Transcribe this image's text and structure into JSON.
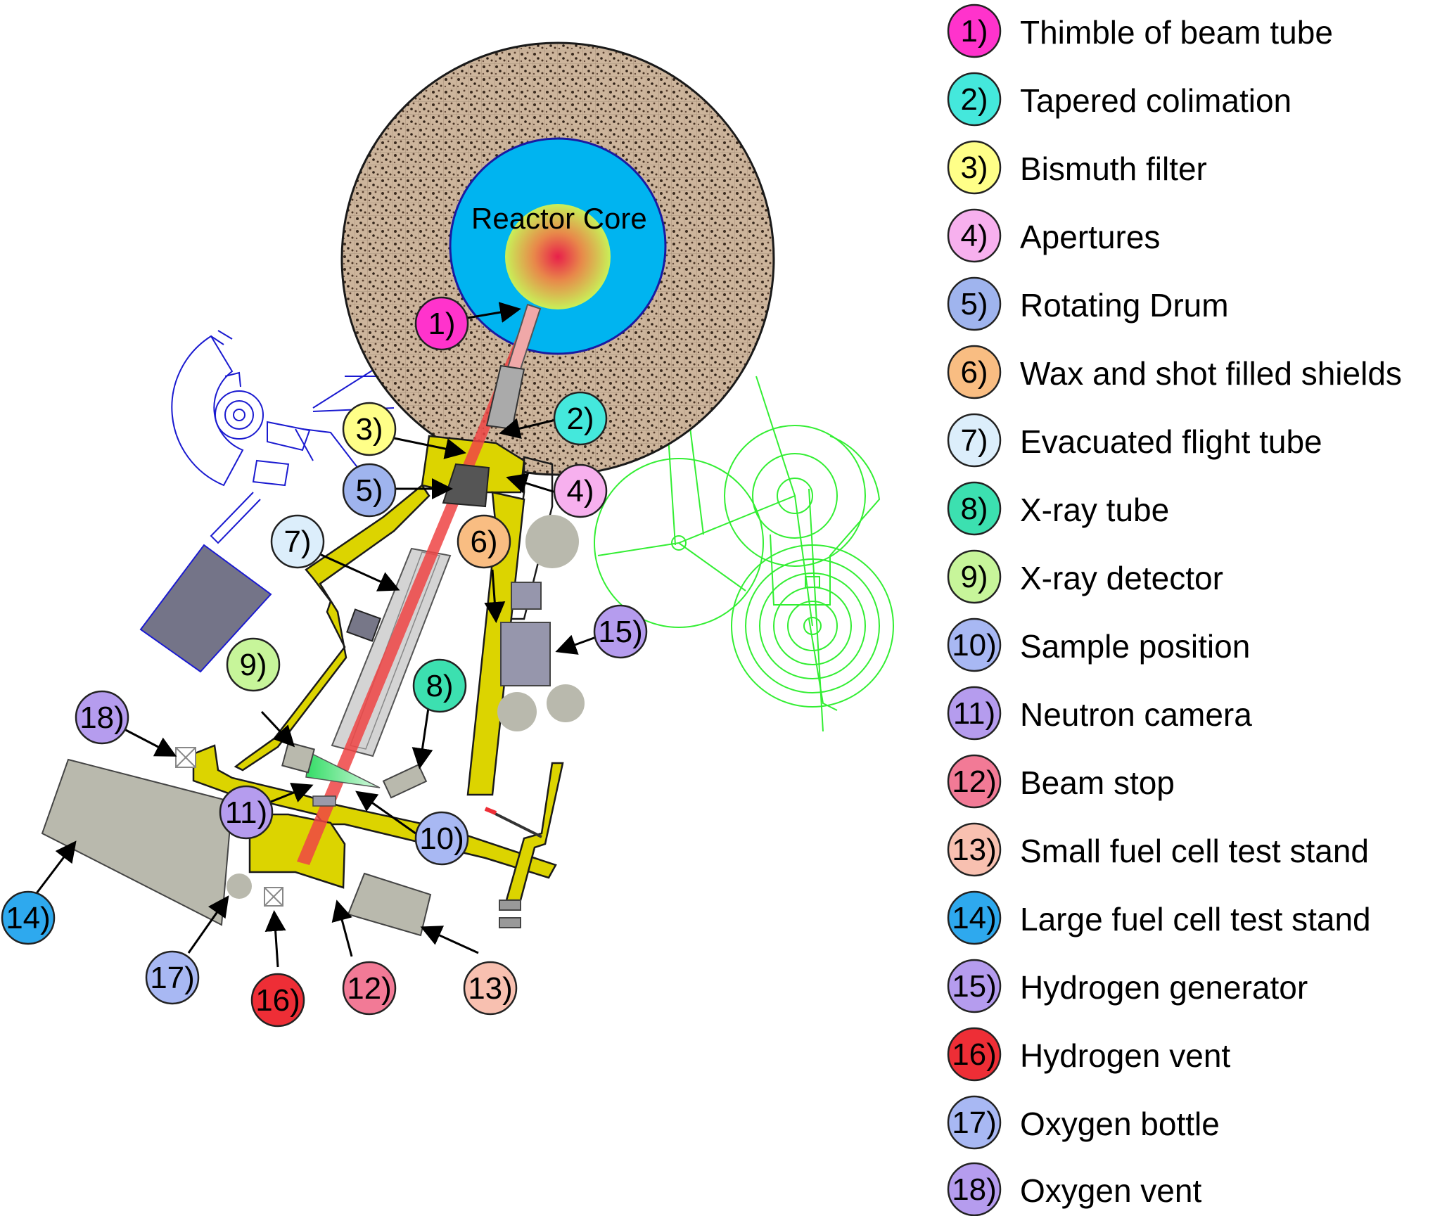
{
  "core_label": "Reactor Core",
  "legend": [
    {
      "num": "1)",
      "label": "Thimble of beam tube",
      "color": "#ff33cc"
    },
    {
      "num": "2)",
      "label": "Tapered colimation",
      "color": "#44e8dc"
    },
    {
      "num": "3)",
      "label": "Bismuth filter",
      "color": "#ffff88"
    },
    {
      "num": "4)",
      "label": "Apertures",
      "color": "#f7b0ee"
    },
    {
      "num": "5)",
      "label": "Rotating Drum",
      "color": "#9fb4ee"
    },
    {
      "num": "6)",
      "label": "Wax and shot filled shields",
      "color": "#f9bd82"
    },
    {
      "num": "7)",
      "label": "Evacuated flight tube",
      "color": "#dceefb"
    },
    {
      "num": "8)",
      "label": "X-ray tube",
      "color": "#3ce0b0"
    },
    {
      "num": "9)",
      "label": "X-ray detector",
      "color": "#c7f59a"
    },
    {
      "num": "10)",
      "label": "Sample position",
      "color": "#a8b8f3"
    },
    {
      "num": "11)",
      "label": "Neutron camera",
      "color": "#b59cee"
    },
    {
      "num": "12)",
      "label": "Beam stop",
      "color": "#f27a96"
    },
    {
      "num": "13)",
      "label": "Small fuel cell test stand",
      "color": "#f8c0b0"
    },
    {
      "num": "14)",
      "label": "Large fuel cell test stand",
      "color": "#2ea9ee"
    },
    {
      "num": "15)",
      "label": "Hydrogen generator",
      "color": "#b59cee"
    },
    {
      "num": "16)",
      "label": "Hydrogen vent",
      "color": "#ee2e36"
    },
    {
      "num": "17)",
      "label": "Oxygen bottle",
      "color": "#a8b8f3"
    },
    {
      "num": "18)",
      "label": "Oxygen vent",
      "color": "#b59cee"
    }
  ],
  "callouts": [
    {
      "num": "1)",
      "color": "#ff33cc"
    },
    {
      "num": "2)",
      "color": "#44e8dc"
    },
    {
      "num": "3)",
      "color": "#ffff88"
    },
    {
      "num": "4)",
      "color": "#f7b0ee"
    },
    {
      "num": "5)",
      "color": "#9fb4ee"
    },
    {
      "num": "6)",
      "color": "#f9bd82"
    },
    {
      "num": "7)",
      "color": "#dceefb"
    },
    {
      "num": "8)",
      "color": "#3ce0b0"
    },
    {
      "num": "9)",
      "color": "#c7f59a"
    },
    {
      "num": "10)",
      "color": "#a8b8f3"
    },
    {
      "num": "11)",
      "color": "#b59cee"
    },
    {
      "num": "12)",
      "color": "#f27a96"
    },
    {
      "num": "13)",
      "color": "#f8c0b0"
    },
    {
      "num": "14)",
      "color": "#2ea9ee"
    },
    {
      "num": "15)",
      "color": "#b59cee"
    },
    {
      "num": "16)",
      "color": "#ee2e36"
    },
    {
      "num": "17)",
      "color": "#a8b8f3"
    },
    {
      "num": "18)",
      "color": "#b59cee"
    }
  ],
  "colors": {
    "shield_yellow": "#dcd400",
    "equipment_gray": "#b9b9ad",
    "pool_blue": "#00b4f0",
    "concrete": "#c8b09a",
    "green_drawing": "#33ee33",
    "blue_drawing": "#1a1ad0",
    "beam_red": "#ee4444"
  }
}
